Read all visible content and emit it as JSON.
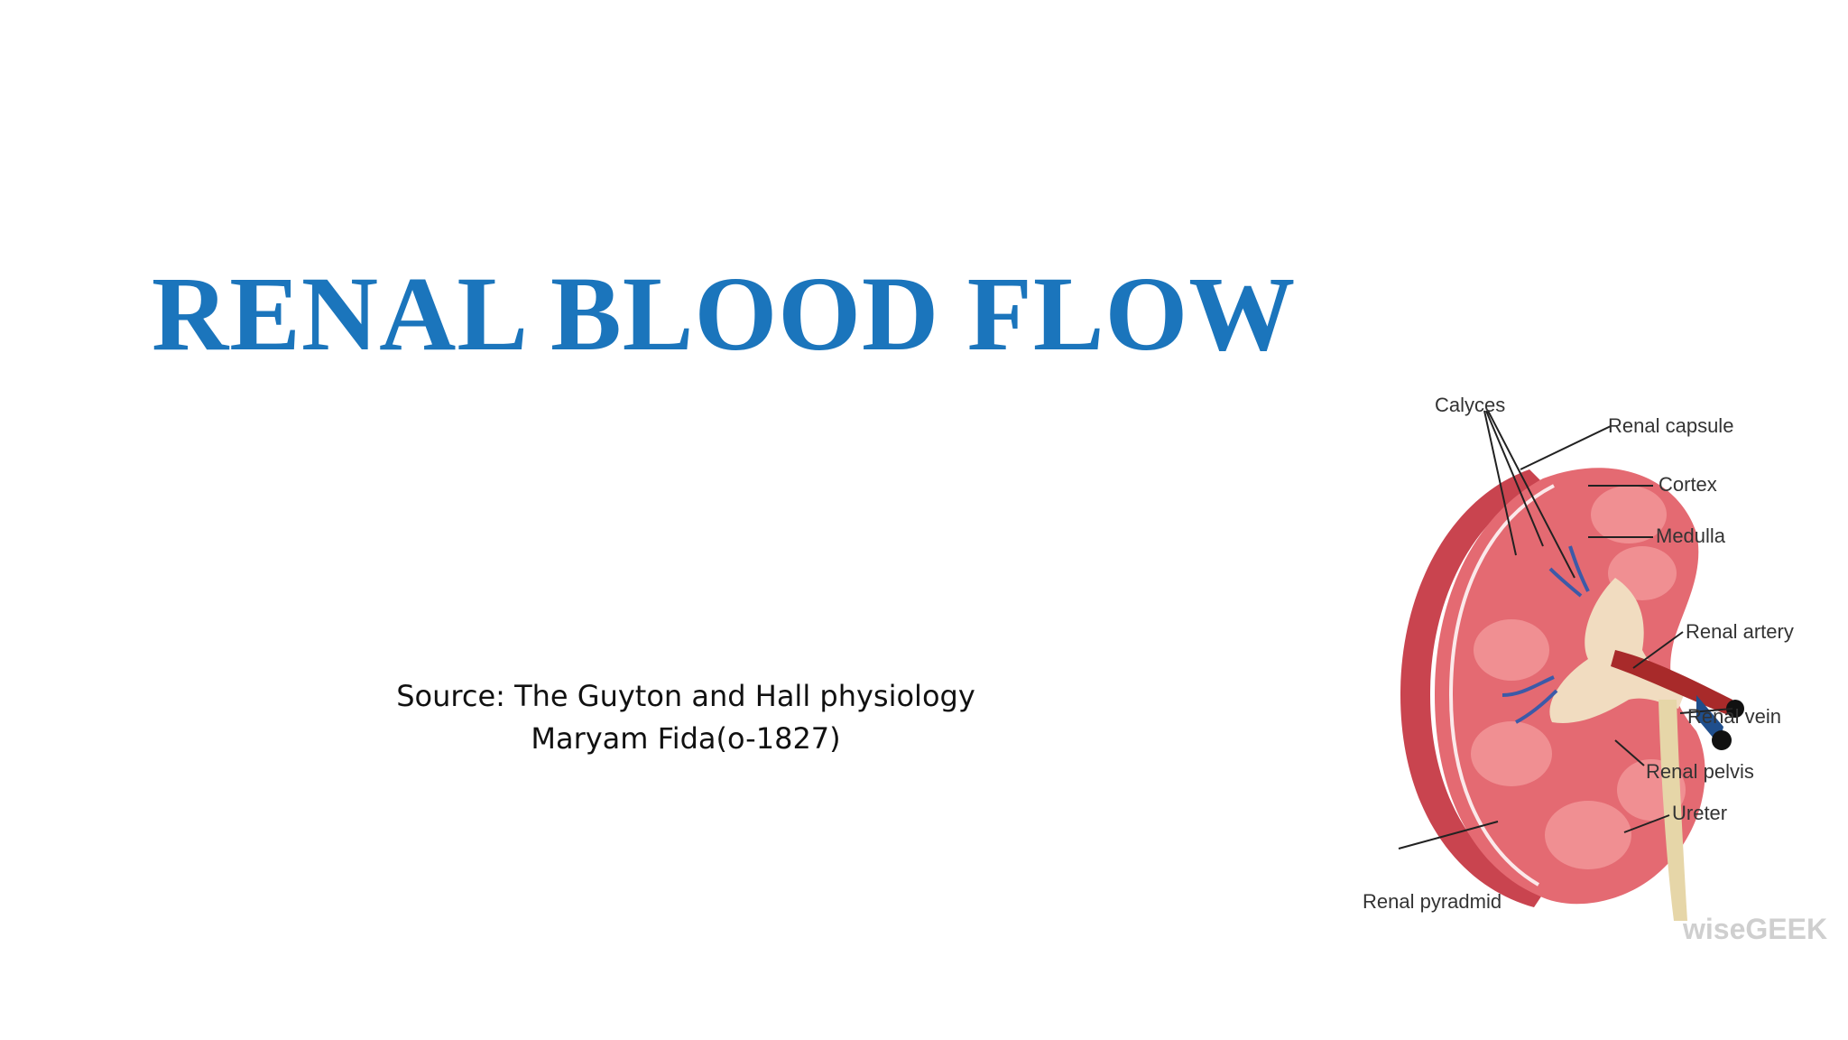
{
  "slide": {
    "title": "RENAL BLOOD FLOW",
    "source_line1": "Source: The Guyton and Hall physiology",
    "source_line2": "Maryam Fida(o-1827)"
  },
  "diagram": {
    "labels": {
      "calyces": "Calyces",
      "renal_capsule": "Renal capsule",
      "cortex": "Cortex",
      "medulla": "Medulla",
      "renal_artery": "Renal artery",
      "renal_vein": "Renal vein",
      "renal_pelvis": "Renal pelvis",
      "ureter": "Ureter",
      "renal_pyramid": "Renal pyradmid"
    },
    "watermark": "wiseGEEK",
    "colors": {
      "title": "#1B75BC",
      "capsule": "#C9444F",
      "cortex": "#E46A72",
      "pyramid": "#F08F92",
      "pelvis": "#F1DCC0",
      "artery": "#A82A2A",
      "vein": "#1F4E8C",
      "ureter": "#E6D6A8"
    }
  }
}
